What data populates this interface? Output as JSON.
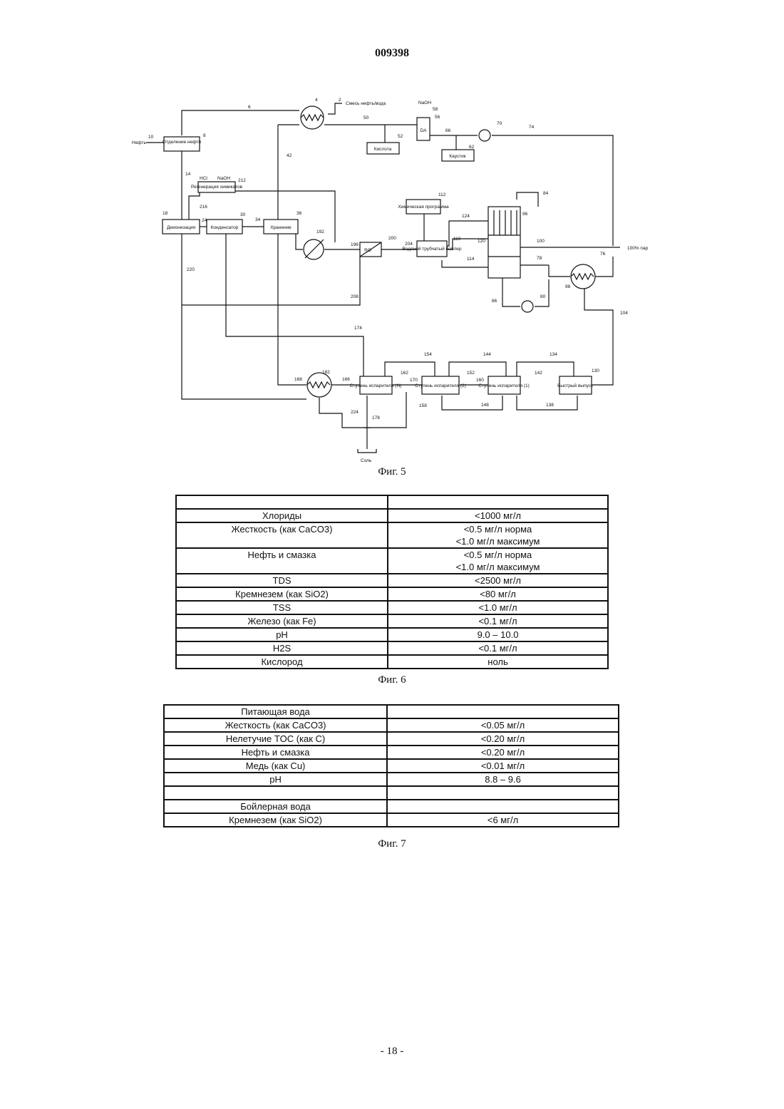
{
  "header": {
    "doc_number": "009398"
  },
  "figure5": {
    "caption": "Фиг. 5",
    "boxes": {
      "oil_separation": "Отделение нефти",
      "acid": "Кислота",
      "da": "DA",
      "caustic": "Каустик",
      "regen": "Регенерация химикатов",
      "deion": "Деионизация",
      "condenser": "Конденсатор",
      "storage": "Хранение",
      "chem_program": "Химическая программа",
      "boiler": "Водяной трубчатый бойлер",
      "ro": "RO",
      "evap_n": "Ступень испарителя (N)",
      "evap_2": "Ступень испарителя (2)",
      "evap_1": "Ступень испарителя (1)",
      "flash": "Быстрый выпуск"
    },
    "labels": {
      "oil_water_mix": "Смесь нефть/вода",
      "oil": "Нефть",
      "naoh_top": "NaOH",
      "hcl": "HCl",
      "naoh": "NaOH",
      "steam": "100% пар",
      "salt": "Соль"
    },
    "numbers": [
      "2",
      "4",
      "6",
      "8",
      "10",
      "14",
      "18",
      "24",
      "30",
      "34",
      "36",
      "42",
      "50",
      "52",
      "56",
      "58",
      "62",
      "66",
      "70",
      "74",
      "76",
      "78",
      "80",
      "84",
      "86",
      "96",
      "98",
      "100",
      "104",
      "110",
      "112",
      "114",
      "120",
      "124",
      "130",
      "134",
      "138",
      "142",
      "144",
      "148",
      "152",
      "154",
      "158",
      "160",
      "162",
      "166",
      "168",
      "170",
      "174",
      "178",
      "182",
      "192",
      "196",
      "200",
      "204",
      "208",
      "212",
      "216",
      "220",
      "224"
    ]
  },
  "figure6": {
    "caption": "Фиг. 6",
    "rows": [
      {
        "param": "",
        "value": ""
      },
      {
        "param": "Хлориды",
        "value": "<1000 мг/л"
      },
      {
        "param": "Жесткость (как CaCO3)",
        "value": "<0.5 мг/л норма\n<1.0 мг/л максимум"
      },
      {
        "param": "Нефть и смазка",
        "value": "<0.5 мг/л норма\n<1.0 мг/л максимум"
      },
      {
        "param": "TDS",
        "value": "<2500 мг/л"
      },
      {
        "param": "Кремнезем (как SiO2)",
        "value": "<80 мг/л"
      },
      {
        "param": "TSS",
        "value": "<1.0 мг/л"
      },
      {
        "param": "Железо (как Fe)",
        "value": "<0.1 мг/л"
      },
      {
        "param": "pH",
        "value": "9.0 – 10.0"
      },
      {
        "param": "H2S",
        "value": "<0.1 мг/л"
      },
      {
        "param": "Кислород",
        "value": "ноль"
      }
    ]
  },
  "figure7": {
    "caption": "Фиг. 7",
    "rows": [
      {
        "param": "Питающая вода",
        "value": ""
      },
      {
        "param": "Жесткость (как CaCO3)",
        "value": "<0.05 мг/л"
      },
      {
        "param": "Нелетучие TOC (как C)",
        "value": "<0.20 мг/л"
      },
      {
        "param": "Нефть и смазка",
        "value": "<0.20 мг/л"
      },
      {
        "param": "Медь (как Cu)",
        "value": "<0.01 мг/л"
      },
      {
        "param": "pH",
        "value": "8.8 – 9.6"
      },
      {
        "param": "",
        "value": ""
      },
      {
        "param": "Бойлерная вода",
        "value": ""
      },
      {
        "param": "Кремнезем (как SiO2)",
        "value": "<6 мг/л"
      }
    ]
  },
  "footer": {
    "page": "- 18 -"
  }
}
